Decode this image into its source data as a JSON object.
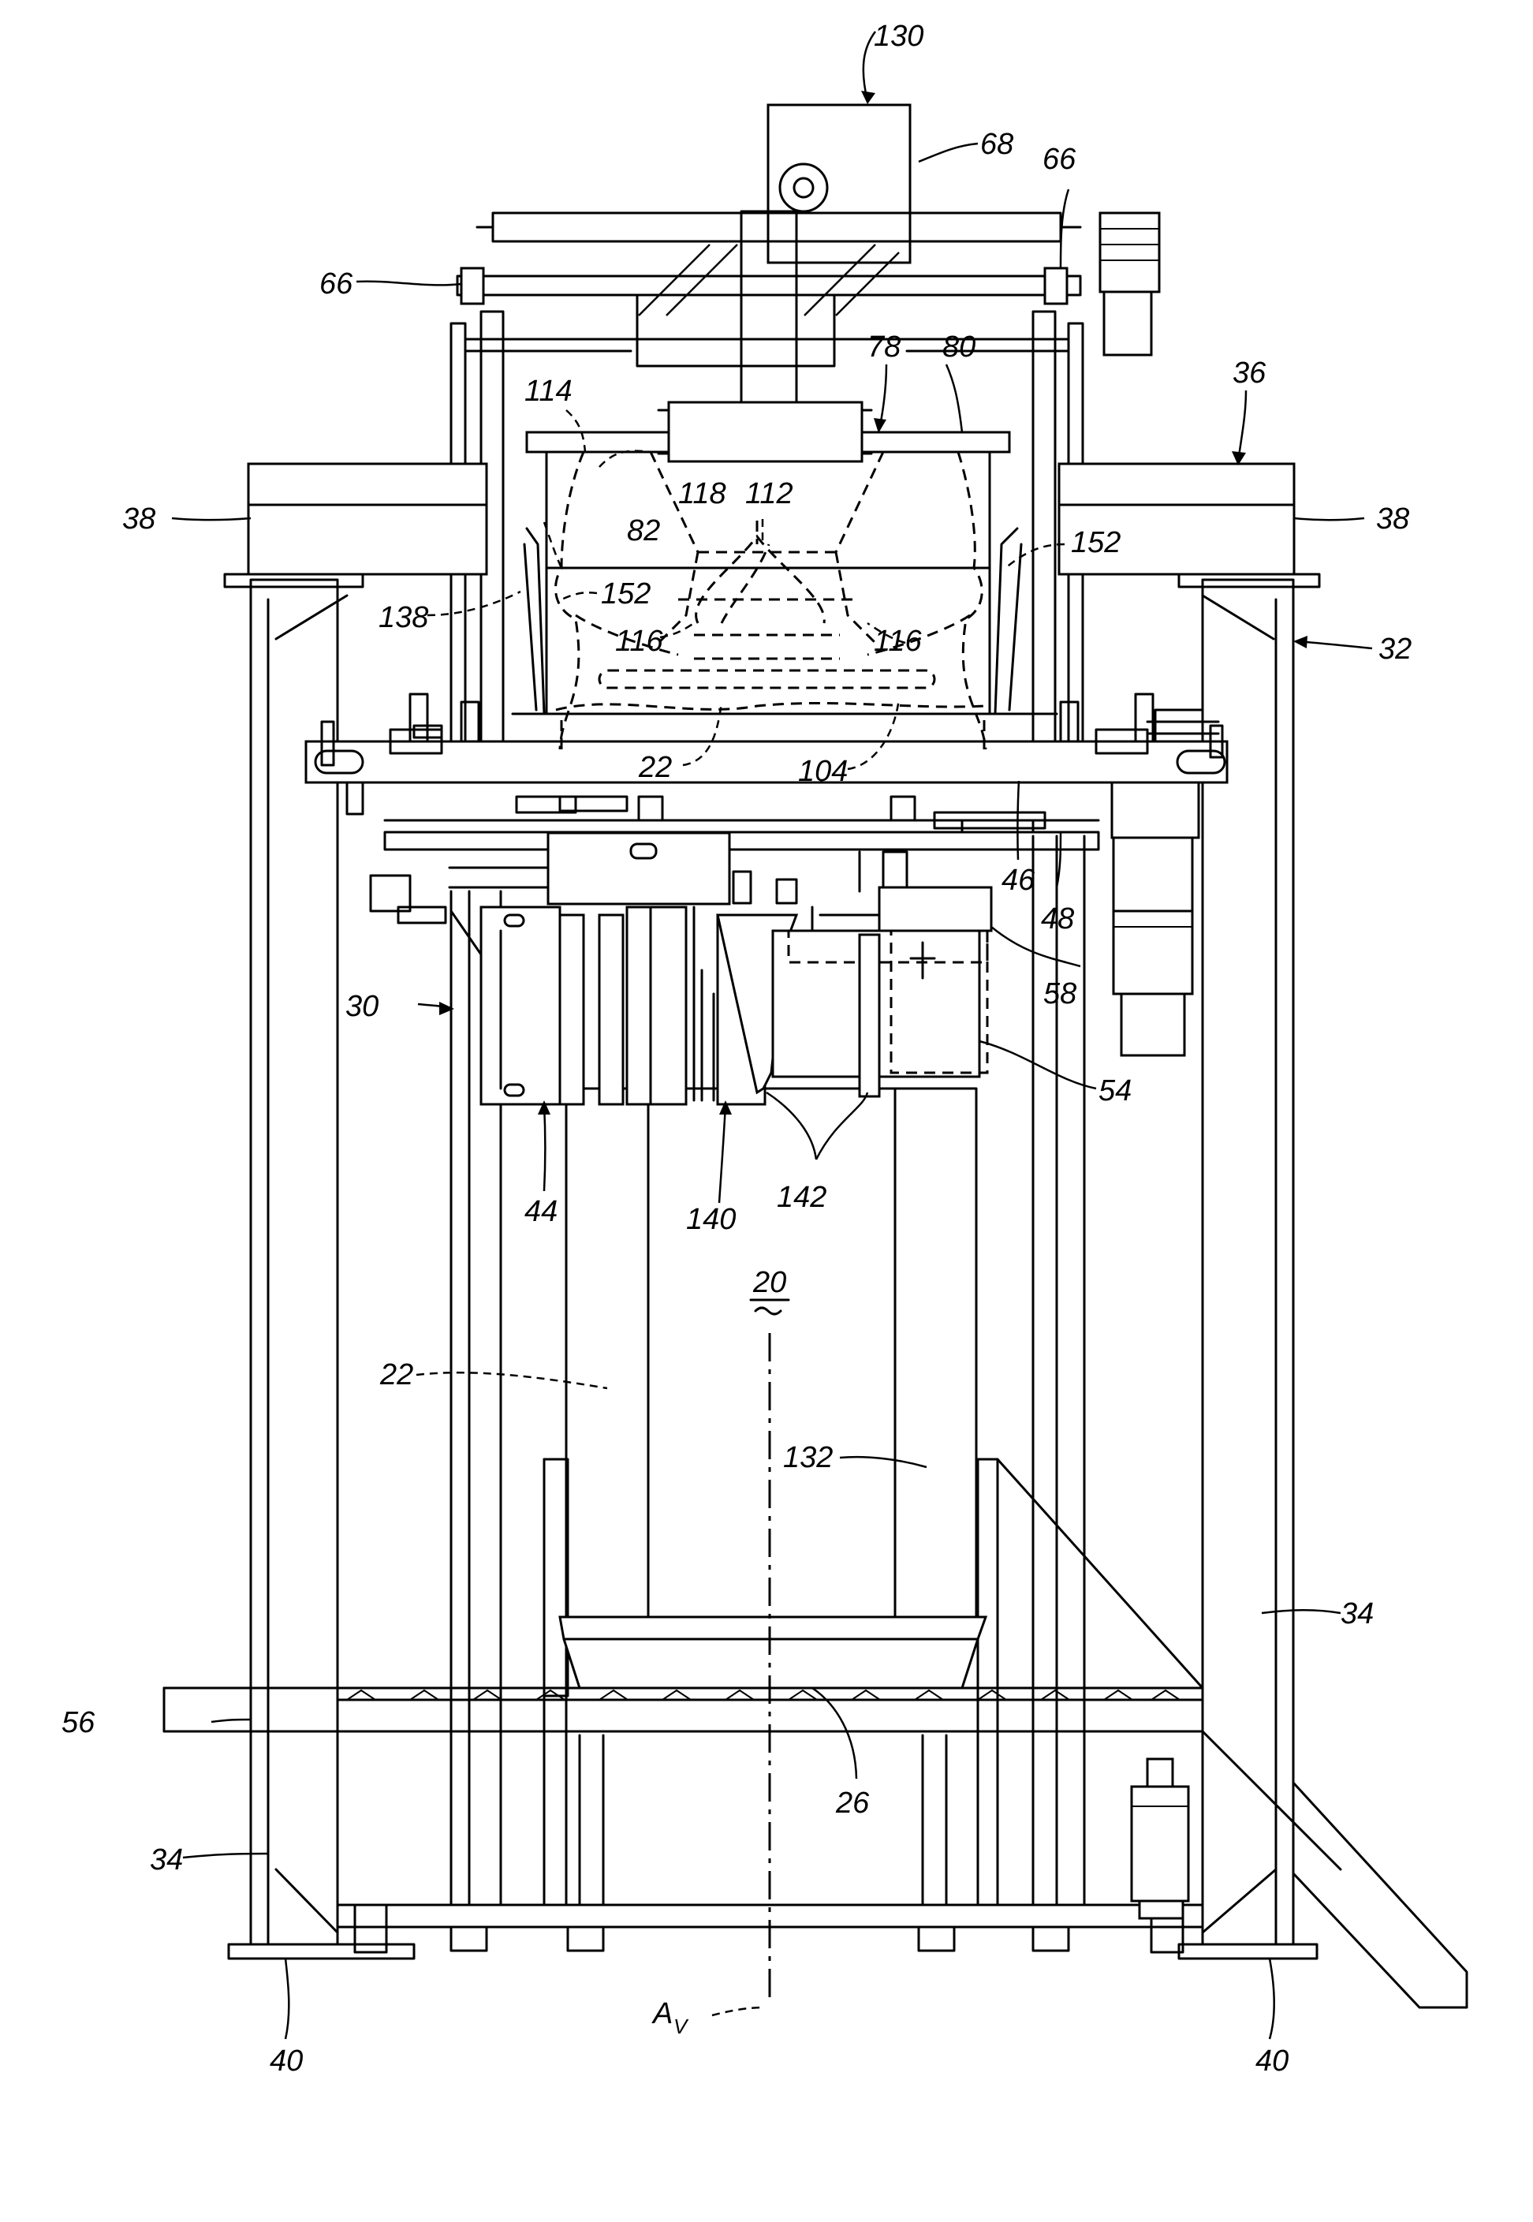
{
  "figure": {
    "refs": {
      "r130": "130",
      "r68": "68",
      "r66a": "66",
      "r66b": "66",
      "r78": "78",
      "r80": "80",
      "r114": "114",
      "r118": "118",
      "r112": "112",
      "r36": "36",
      "r38a": "38",
      "r38b": "38",
      "r82": "82",
      "r152a": "152",
      "r152b": "152",
      "r138": "138",
      "r116a": "116",
      "r116b": "116",
      "r32": "32",
      "r22a": "22",
      "r104": "104",
      "r46": "46",
      "r48": "48",
      "r58": "58",
      "r30": "30",
      "r54": "54",
      "r44": "44",
      "r140": "140",
      "r142": "142",
      "r20": "20",
      "r22b": "22",
      "r132": "132",
      "r34a": "34",
      "r34b": "34",
      "r56": "56",
      "r26": "26",
      "r40a": "40",
      "r40b": "40",
      "rAv": "A",
      "rAvSub": "V"
    }
  }
}
